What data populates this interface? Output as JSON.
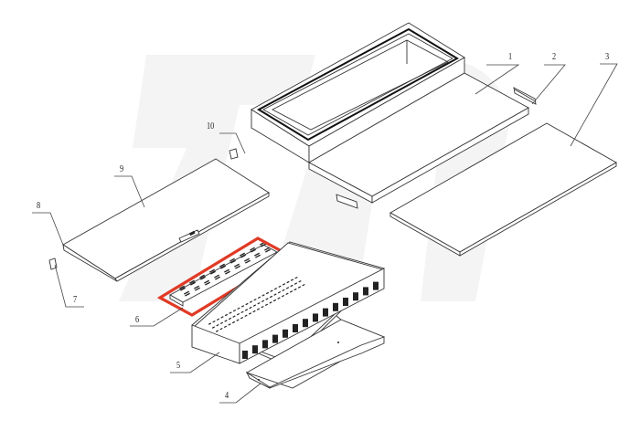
{
  "diagram": {
    "type": "exploded-assembly-drawing",
    "highlight_color": "#e03a25",
    "highlighted_part": "6",
    "watermark": "TM",
    "parts": [
      {
        "number": "1",
        "label": "1"
      },
      {
        "number": "2",
        "label": "2"
      },
      {
        "number": "3",
        "label": "3"
      },
      {
        "number": "4",
        "label": "4"
      },
      {
        "number": "5",
        "label": "5"
      },
      {
        "number": "6",
        "label": "6"
      },
      {
        "number": "7",
        "label": "7"
      },
      {
        "number": "8",
        "label": "8"
      },
      {
        "number": "9",
        "label": "9"
      },
      {
        "number": "10",
        "label": "10"
      }
    ]
  }
}
